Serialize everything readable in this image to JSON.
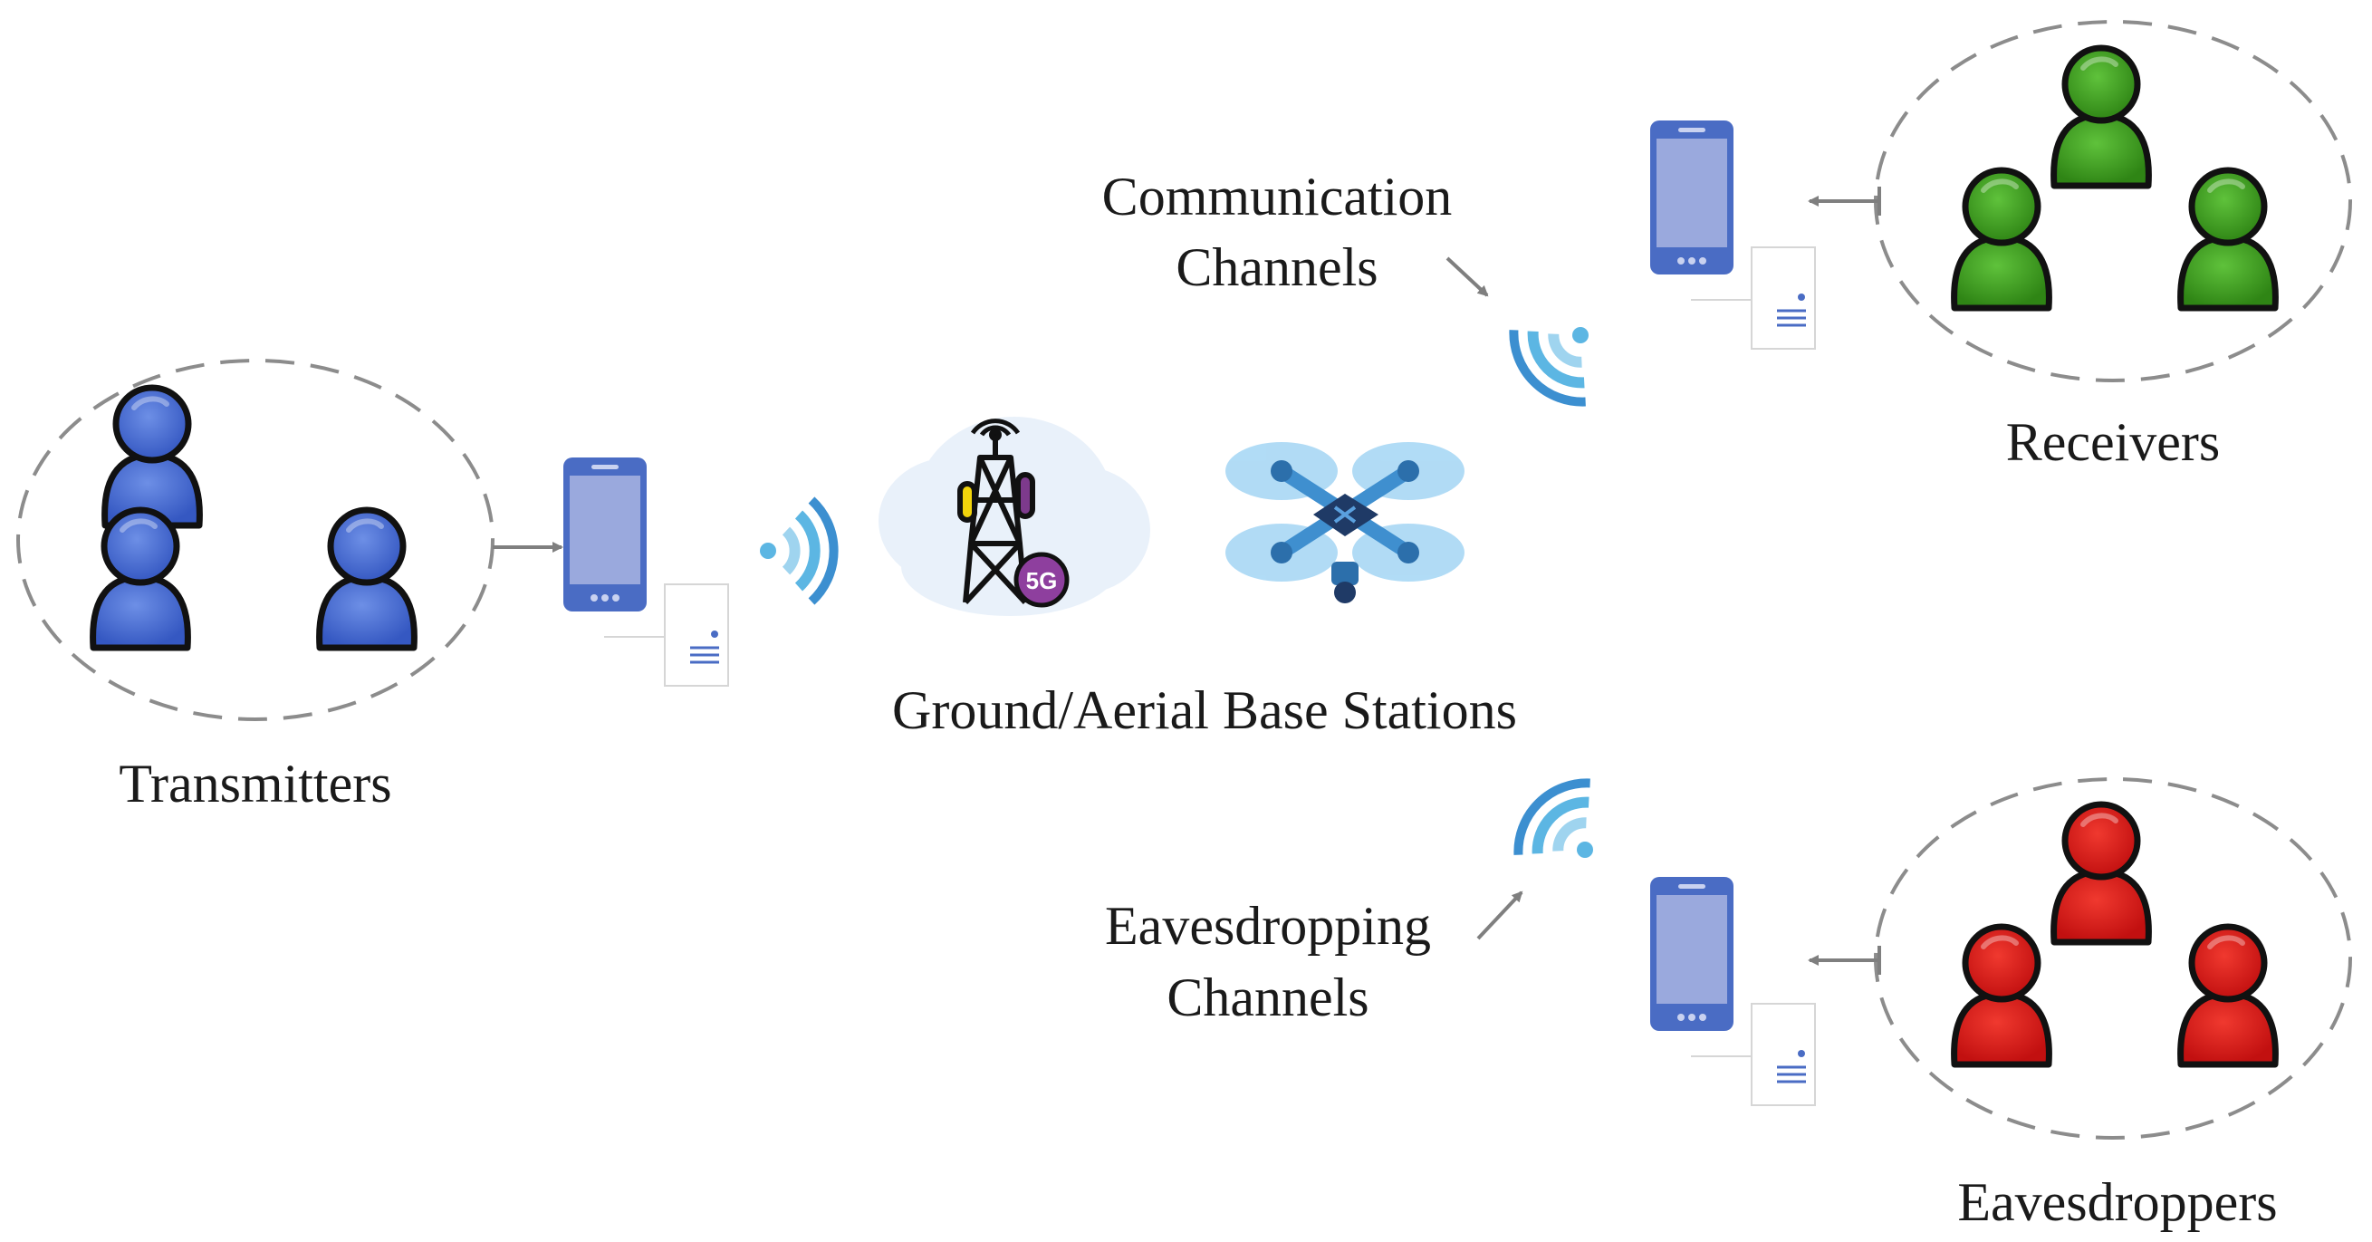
{
  "labels": {
    "transmitters": "Transmitters",
    "base_stations": "Ground/Aerial Base Stations",
    "comm_line1": "Communication",
    "comm_line2": "Channels",
    "receivers": "Receivers",
    "eaves_line1": "Eavesdropping",
    "eaves_line2": "Channels",
    "eavesdroppers": "Eavesdroppers"
  },
  "badge": "5G",
  "colors": {
    "transmitter": "#4a6fd1",
    "receiver": "#3f9a22",
    "eavesdropper": "#d91c1c",
    "phone_body": "#4a6cc4",
    "phone_screen": "#9aa9dd",
    "wifi": "#5cb6e3",
    "drone": "#3f8fcf",
    "dashed": "#8c8c8c",
    "arrow": "#7f7f7f"
  }
}
